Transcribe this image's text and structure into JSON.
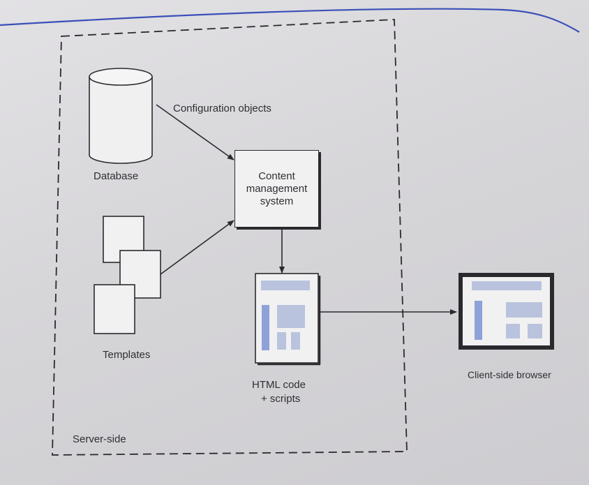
{
  "labels": {
    "config_objects": "Configuration objects",
    "database": "Database",
    "cms_line1": "Content",
    "cms_line2": "management",
    "cms_line3": "system",
    "templates": "Templates",
    "html_line1": "HTML code",
    "html_line2": "+ scripts",
    "client_browser": "Client-side browser",
    "server_side": "Server-side"
  },
  "colors": {
    "accent_line": "#3a4fb8",
    "ink": "#2a2a2e",
    "page_fill": "#f1f1f2",
    "page_block_light": "#b9c3dd",
    "page_block_blue": "#8ea2d8"
  }
}
